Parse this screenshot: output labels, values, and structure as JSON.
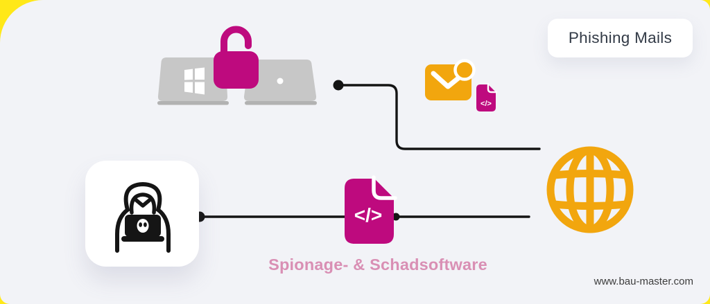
{
  "labels": {
    "phishing": "Phishing Mails",
    "caption": "Spionage- & Schadsoftware",
    "website": "www.bau-master.com"
  },
  "glyphs": {
    "code": "</>"
  },
  "colors": {
    "magenta": "#BE0A7E",
    "amber": "#F2A60E",
    "line_black": "#141414",
    "caption_pink": "#D98FB4",
    "label_dark": "#323A46",
    "laptop_gray": "#C7C7C7",
    "laptop_base_gray": "#B2B2B2",
    "panel_background": "#F2F3F7",
    "backdrop_yellow": "#FFE818",
    "website_text": "#3D3D3D"
  },
  "icons": {
    "laptops": "two-laptops-with-open-padlock",
    "padlock": "open-padlock-icon",
    "mail": "envelope-with-notification-icon",
    "code_file_small": "code-file-icon",
    "code_file_large": "code-file-icon",
    "globe": "globe-icon",
    "hacker": "hooded-hacker-at-laptop-icon"
  }
}
